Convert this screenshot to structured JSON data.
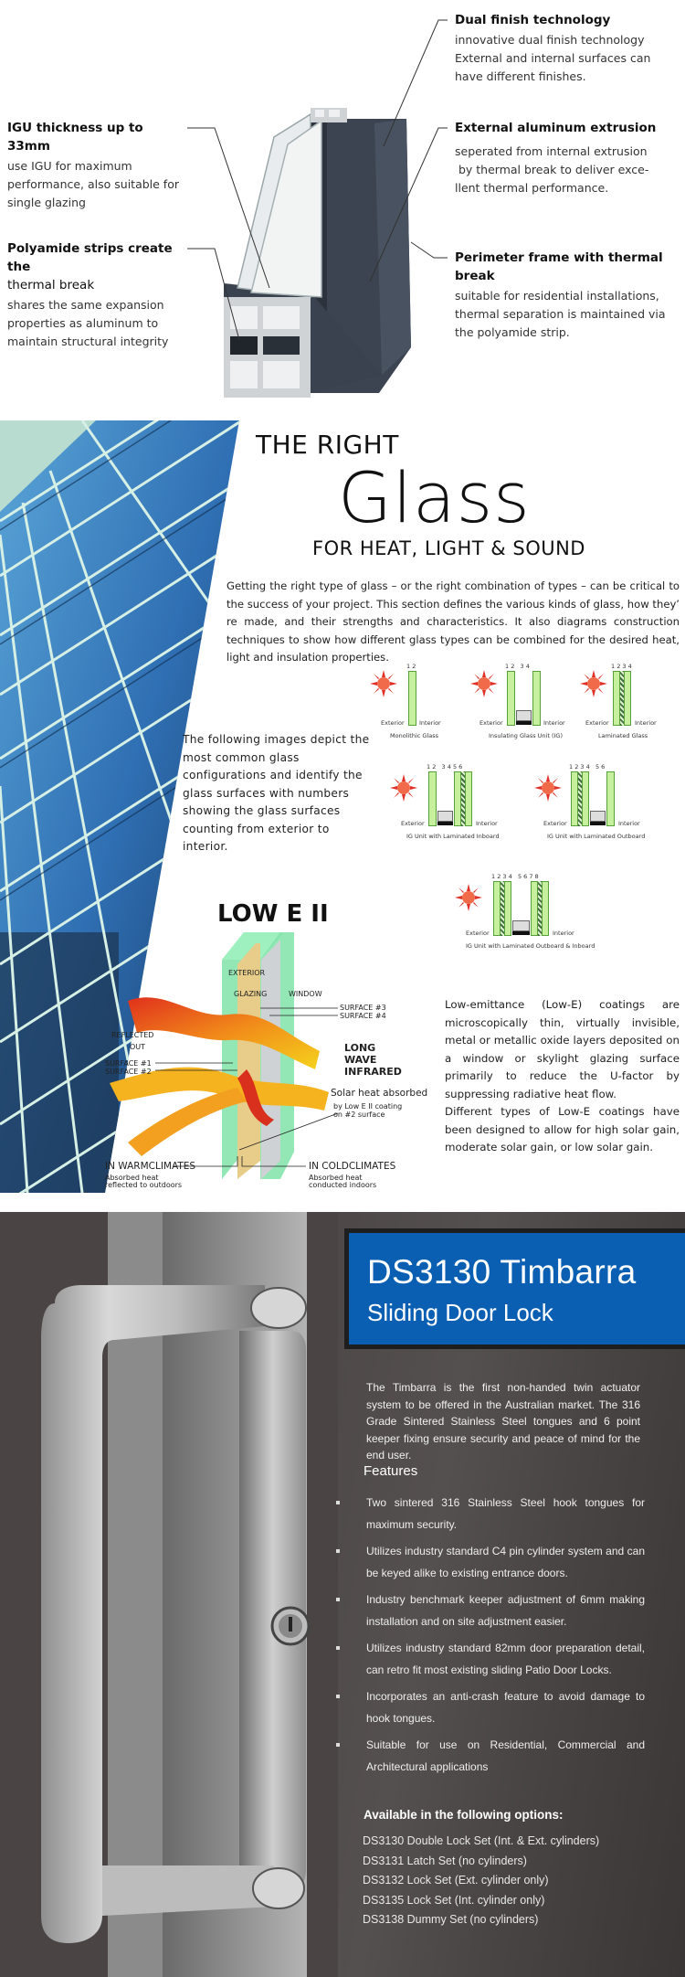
{
  "frame_section": {
    "callouts": [
      {
        "title": "Dual finish technology",
        "lines": [
          "innovative dual finish technology",
          "External and internal surfaces can",
          "have different finishes."
        ]
      },
      {
        "title": "IGU thickness up to 33mm",
        "lines": [
          "use IGU for maximum",
          "performance, also suitable for",
          "single glazing"
        ]
      },
      {
        "title": "External aluminum extrusion",
        "lines": [
          "seperated from internal extrusion",
          " by thermal break to deliver exce-",
          "llent thermal performance."
        ]
      },
      {
        "title": "Polyamide strips create the",
        "title2": "thermal break",
        "lines": [
          "shares the same expansion",
          "properties as aluminum to",
          "maintain structural integrity"
        ]
      },
      {
        "title": "Perimeter frame with thermal break",
        "lines": [
          "suitable for residential installations,",
          "thermal separation is maintained via",
          "the polyamide strip."
        ]
      }
    ]
  },
  "glass_section": {
    "headline_small": "THE RIGHT",
    "headline_big": "Glass",
    "headline_sub": "FOR HEAT, LIGHT & SOUND",
    "intro": "Getting the right type of glass – or the right combination of types – can be critical to the success of your project. This section defines the various kinds of glass, how they’ re made, and their strengths and characteristics. It also diagrams construction techniques to show how different glass types can be combined for the desired heat, light and insulation properties.",
    "configs_text": "The following images depict the most common glass configurations and identify the glass surfaces with numbers showing the glass surfaces counting from exterior to interior.",
    "exterior_label": "Exterior",
    "interior_label": "Interior",
    "configurations": [
      {
        "name": "Monolithic Glass",
        "surfaces": "1 2"
      },
      {
        "name": "Insulating Glass Unit (IG)",
        "surfaces": "1 2   3 4"
      },
      {
        "name": "Laminated Glass",
        "surfaces": "1 2 3 4"
      },
      {
        "name": "IG Unit with Laminated Inboard",
        "surfaces": "1 2   3 4 5 6"
      },
      {
        "name": "IG Unit with Laminated Outboard",
        "surfaces": "1 2 3 4   5 6"
      },
      {
        "name": "IG Unit with Laminated Outboard & Inboard",
        "surfaces": "1 2 3 4   5 6 7 8"
      }
    ],
    "lowe": {
      "title": "LOW E II",
      "labels": {
        "exterior": "EXTERIOR",
        "glazing": "GLAZING",
        "window": "WINDOW",
        "surface3": "SURFACE #3",
        "surface4": "SURFACE #4",
        "surface1": "SURFACE #1",
        "surface2": "SURFACE #2",
        "reflected": "REFLECTED",
        "out": "OUT",
        "long": "LONG",
        "wave": "WAVE",
        "infrared": "INFRARED",
        "solar_heat": "Solar heat absorbed",
        "solar_heat_sub1": "by Low E II coating",
        "solar_heat_sub2": "on #2 surface",
        "warm": "IN WARMCLIMATES",
        "warm_sub1": "Absorbed heat",
        "warm_sub2": "reflected to outdoors",
        "cold": "IN COLDCLIMATES",
        "cold_sub1": "Absorbed heat",
        "cold_sub2": "conducted indoors"
      },
      "text1": "Low-emittance (Low-E) coatings are microscopically thin, virtually invisible, metal or metallic oxide layers deposited on a window or skylight glazing surface primarily to reduce the U-factor by suppressing radiative heat flow.",
      "text2": "Different types of Low-E coatings have been designed to allow for high solar gain, moderate solar gain, or low solar gain."
    }
  },
  "lock_section": {
    "title": "DS3130 Timbarra",
    "subtitle": "Sliding Door Lock",
    "brand_color": "#0b5fb3",
    "intro": "The Timbarra is the first non-handed twin actuator system to be offered in the Australian market. The 316 Grade Sintered Stainless Steel tongues and 6 point keeper fixing ensure security and peace of mind for the end user.",
    "features_heading": "Features",
    "features": [
      "Two sintered 316 Stainless Steel hook tongues for maximum security.",
      "Utilizes industry standard C4 pin cylinder system and can be keyed alike to existing entrance doors.",
      "Industry benchmark keeper adjustment of 6mm making installation and on site adjustment easier.",
      "Utilizes industry standard 82mm door preparation detail, can retro fit most existing sliding Patio Door Locks.",
      "Incorporates an anti-crash feature to avoid damage to hook tongues.",
      "Suitable for use on Residential, Commercial and Architectural applications"
    ],
    "options_heading": "Available in the following options:",
    "options": [
      "DS3130 Double Lock Set (Int. & Ext. cylinders)",
      "DS3131 Latch Set (no cylinders)",
      "DS3132 Lock Set (Ext. cylinder only)",
      "DS3135 Lock Set (Int. cylinder only)",
      "DS3138 Dummy Set (no cylinders)"
    ]
  }
}
